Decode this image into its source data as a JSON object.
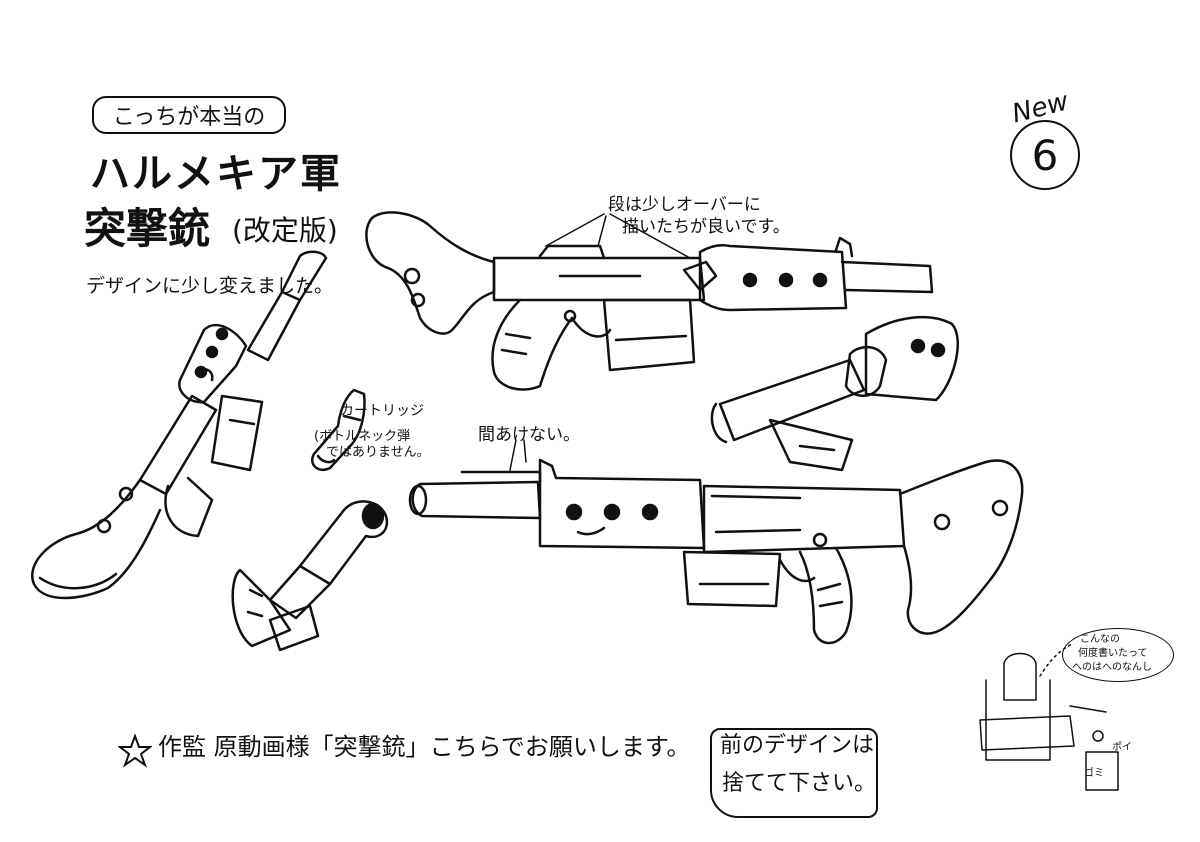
{
  "sheet": {
    "header_box": "こっちが本当の",
    "title_line1": "ハルメキア軍",
    "title_line2": "突撃銃",
    "title_line2_sub": "(改定版)",
    "design_note": "デザインに少し変えました。",
    "new_label": "New",
    "sheet_number": "6"
  },
  "annotations": {
    "step_note_line1": "段は少しオーバーに",
    "step_note_line2": "描いたちが良いです。",
    "cartridge_label": "カートリッジ",
    "cartridge_note_line1": "(ボトルネック弾",
    "cartridge_note_line2": "ではありません。",
    "gap_note": "間あけない。"
  },
  "footer": {
    "star_icon": "star-outline-icon",
    "request_text": "作監 原動画様「突撃銃」こちらでお願いします。",
    "discard_line1": "前のデザインは",
    "discard_line2": "捨てて下さい。"
  },
  "sketch": {
    "bubble_line1": "こんなの",
    "bubble_line2": "何度書いたって",
    "bubble_line3": "へのはへのなんし",
    "throw_sfx": "ポイ",
    "trash_label": "ゴミ"
  },
  "colors": {
    "ink": "#111111",
    "paper": "#ffffff"
  }
}
